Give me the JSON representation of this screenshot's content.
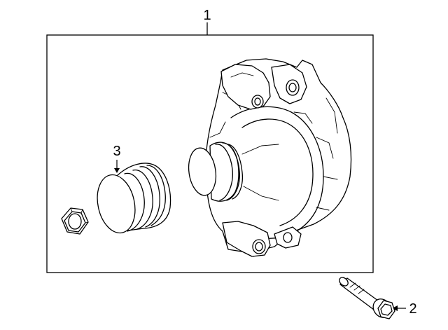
{
  "diagram": {
    "callouts": [
      {
        "id": "1",
        "label": "1"
      },
      {
        "id": "2",
        "label": "2"
      },
      {
        "id": "3",
        "label": "3"
      }
    ],
    "parts": [
      {
        "callout": "1",
        "icon": "alternator-icon"
      },
      {
        "callout": "2",
        "icon": "bolt-icon"
      },
      {
        "callout": "3",
        "icon": "pulley-icon"
      },
      {
        "icon": "nut-icon"
      }
    ],
    "colors": {
      "line": "#000000",
      "background": "#ffffff"
    }
  }
}
